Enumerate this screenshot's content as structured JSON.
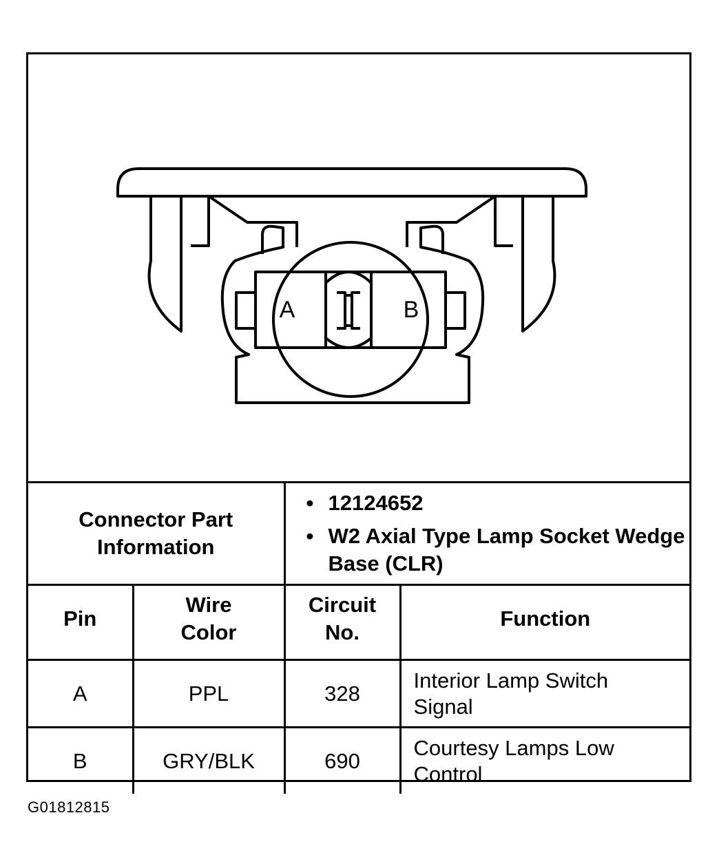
{
  "diagram": {
    "pin_labels": [
      "A",
      "B"
    ]
  },
  "connector_part": {
    "label": "Connector Part Information",
    "items": [
      "12124652",
      "W2 Axial Type Lamp Socket Wedge Base (CLR)"
    ]
  },
  "table": {
    "headers": [
      "Pin",
      "Wire Color",
      "Circuit No.",
      "Function"
    ],
    "rows": [
      {
        "pin": "A",
        "wire_color": "PPL",
        "circuit": "328",
        "function": "Interior Lamp Switch Signal"
      },
      {
        "pin": "B",
        "wire_color": "GRY/BLK",
        "circuit": "690",
        "function": "Courtesy Lamps Low Control"
      }
    ]
  },
  "figure_id": "G01812815"
}
